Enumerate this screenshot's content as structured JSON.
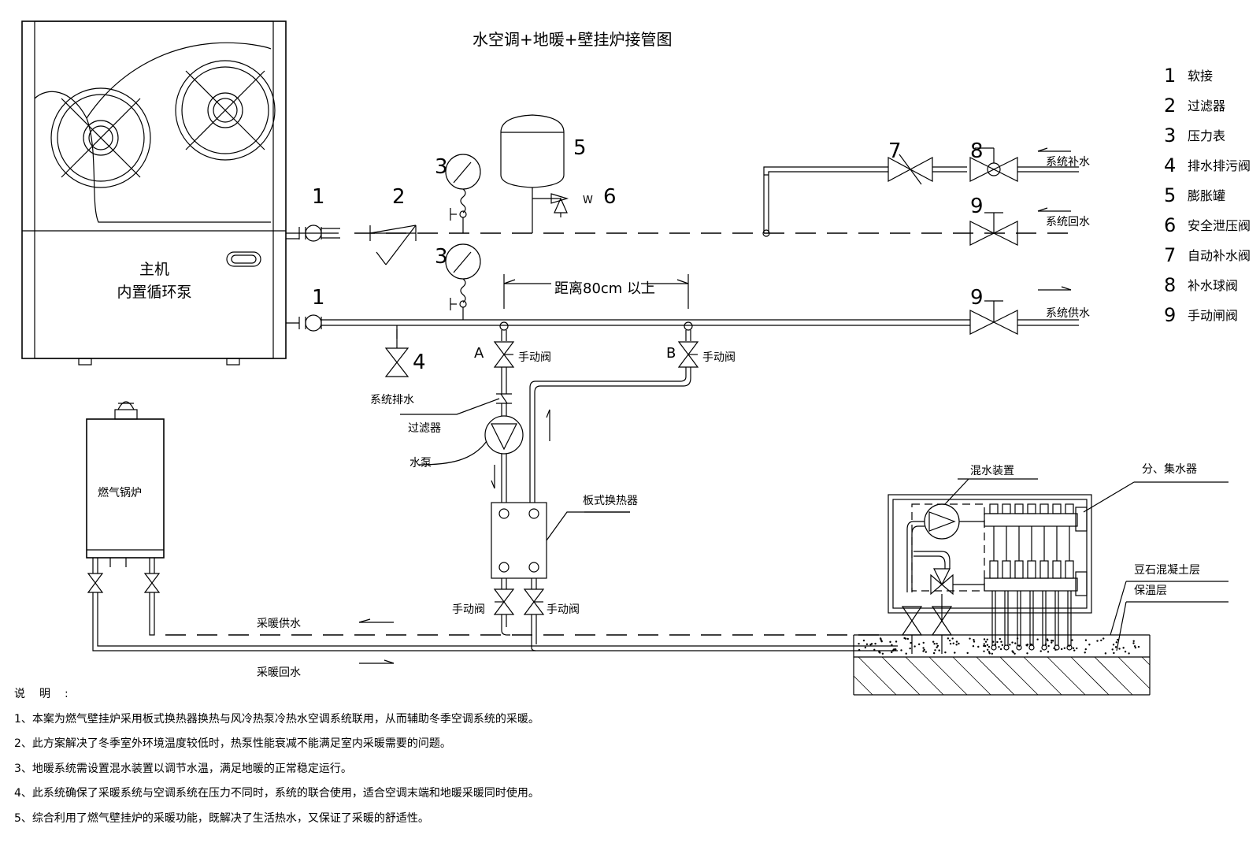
{
  "title": "水空调+地暖+壁挂炉接管图",
  "legend": [
    {
      "num": "1",
      "label": "软接"
    },
    {
      "num": "2",
      "label": "过滤器"
    },
    {
      "num": "3",
      "label": "压力表"
    },
    {
      "num": "4",
      "label": "排水排污阀"
    },
    {
      "num": "5",
      "label": "膨胀罐"
    },
    {
      "num": "6",
      "label": "安全泄压阀"
    },
    {
      "num": "7",
      "label": "自动补水阀"
    },
    {
      "num": "8",
      "label": "补水球阀"
    },
    {
      "num": "9",
      "label": "手动闸阀"
    }
  ],
  "unit": {
    "line1": "主机",
    "line2": "内置循环泵"
  },
  "labels": {
    "makeup_water": "系统补水",
    "return_water": "系统回水",
    "supply_water": "系统供水",
    "distance": "距离80cm 以上",
    "manual_valve": "手动阀",
    "point_a": "A",
    "point_b": "B",
    "system_drain": "系统排水",
    "filter": "过滤器",
    "pump": "水泵",
    "plate_hx": "板式换热器",
    "boiler": "燃气锅炉",
    "heating_supply": "采暖供水",
    "heating_return": "采暖回水",
    "mixing": "混水装置",
    "manifold": "分、集水器",
    "concrete": "豆石混凝土层",
    "insulation": "保温层",
    "w": "W"
  },
  "callouts": {
    "n1a": "1",
    "n1b": "1",
    "n2": "2",
    "n3a": "3",
    "n3b": "3",
    "n4": "4",
    "n5": "5",
    "n6": "6",
    "n7": "7",
    "n8": "8",
    "n9a": "9",
    "n9b": "9"
  },
  "notes": {
    "heading": "说明:",
    "items": [
      "1、本案为燃气壁挂炉采用板式换热器换热与风冷热泵冷热水空调系统联用，从而辅助冬季空调系统的采暖。",
      "2、此方案解决了冬季室外环境温度较低时，热泵性能衰减不能满足室内采暖需要的问题。",
      "3、地暖系统需设置混水装置以调节水温，满足地暖的正常稳定运行。",
      "4、此系统确保了采暖系统与空调系统在压力不同时，系统的联合使用，适合空调末端和地暖采暖同时使用。",
      "5、综合利用了燃气壁挂炉的采暖功能，既解决了生活热水，又保证了采暖的舒适性。"
    ]
  }
}
